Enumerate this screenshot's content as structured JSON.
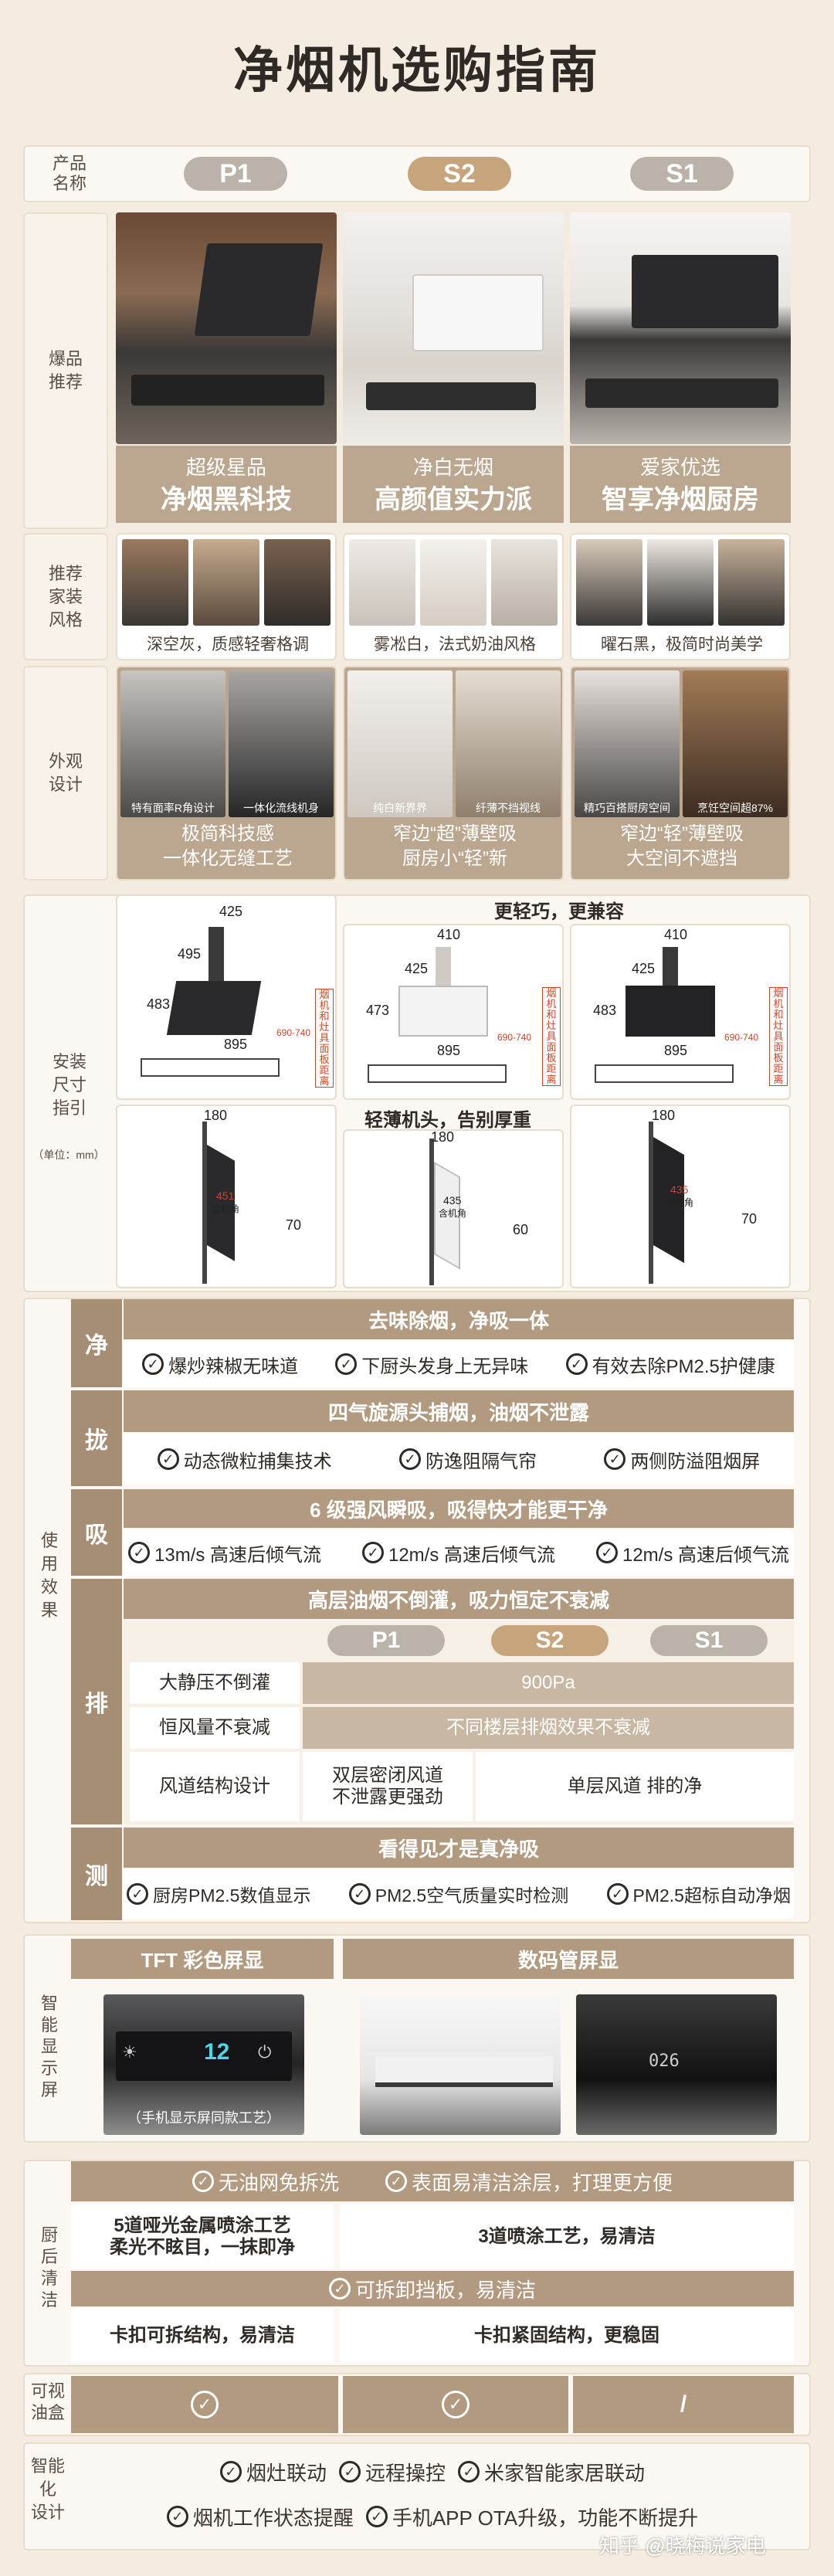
{
  "title": "净烟机选购指南",
  "labels": {
    "product_name": "产品\n名称",
    "hot_pick": "爆品\n推荐",
    "home_style": "推荐\n家装\n风格",
    "appearance": "外观\n设计",
    "install": "安装\n尺寸\n指引",
    "install_unit": "（单位：mm）",
    "usage": "使\n用\n效\n果",
    "display": "智\n能\n显\n示\n屏",
    "cleaning": "厨\n后\n清\n洁",
    "oil_box": "可视\n油盒",
    "smart": "智能\n化\n设计"
  },
  "products": [
    {
      "name": "P1",
      "pill": "gray",
      "line1": "超级星品",
      "line2": "净烟黑科技",
      "style_caption": "深空灰，质感轻奢格调",
      "appearance_tags": [
        "特有面率R角设计",
        "一体化流线机身"
      ],
      "appearance_caption": "极简科技感\n一体化无缝工艺"
    },
    {
      "name": "S2",
      "pill": "gold",
      "line1": "净白无烟",
      "line2": "高颜值实力派",
      "style_caption": "雾凇白，法式奶油风格",
      "appearance_tags": [
        "纯白新界界",
        "纤薄不挡视线"
      ],
      "appearance_caption": "窄边“超”薄壁吸\n厨房小“轻”新"
    },
    {
      "name": "S1",
      "pill": "gray",
      "line1": "爱家优选",
      "line2": "智享净烟厨房",
      "style_caption": "曜石黑，极简时尚美学",
      "appearance_tags": [
        "精巧百搭厨房空间",
        "烹饪空间超87%"
      ],
      "appearance_caption": "窄边“轻”薄壁吸\n大空间不遮挡"
    }
  ],
  "install": {
    "header_mid": "更轻巧，更兼容",
    "header_side": "轻薄机头，告别厚重",
    "p1": {
      "w": "425",
      "h1": "495",
      "h2": "483",
      "base": "895",
      "range": "690-740",
      "depth": "180",
      "side": "451",
      "side_label": "含机角",
      "bottom": "70",
      "tag": "烟机\n和\n灶具\n面板\n距离"
    },
    "s2": {
      "w": "410",
      "h1": "425",
      "h2": "473",
      "base": "895",
      "range": "690-740",
      "depth": "180",
      "side": "435",
      "side_label": "含机角",
      "bottom": "60",
      "tag": "烟机\n和\n灶具\n面板\n距离"
    },
    "s1": {
      "w": "410",
      "h1": "425",
      "h2": "483",
      "base": "895",
      "range": "690-740",
      "depth": "180",
      "side": "435",
      "side_label": "含机角",
      "bottom": "70",
      "tag": "烟机\n和\n灶具\n面板\n距离"
    }
  },
  "usage": {
    "jing": {
      "tab": "净",
      "title": "去味除烟，净吸一体",
      "items": [
        "爆炒辣椒无味道",
        "下厨头发身上无异味",
        "有效去除PM2.5护健康"
      ]
    },
    "long": {
      "tab": "拢",
      "title": "四气旋源头捕烟，油烟不泄露",
      "items": [
        "动态微粒捕集技术",
        "防逸阻隔气帘",
        "两侧防溢阻烟屏"
      ]
    },
    "xi": {
      "tab": "吸",
      "title": "6 级强风瞬吸，吸得快才能更干净",
      "items": [
        "13m/s 高速后倾气流",
        "12m/s 高速后倾气流",
        "12m/s 高速后倾气流"
      ]
    },
    "pai": {
      "tab": "排",
      "title": "高层油烟不倒灌，吸力恒定不衰减",
      "pills": [
        "P1",
        "S2",
        "S1"
      ],
      "rows": [
        {
          "label": "大静压不倒灌",
          "value": "900Pa"
        },
        {
          "label": "恒风量不衰减",
          "value": "不同楼层排烟效果不衰减"
        },
        {
          "label": "风道结构设计",
          "p1": "双层密闭风道\n不泄露更强劲",
          "rest": "单层风道 排的净"
        }
      ]
    },
    "ce": {
      "tab": "测",
      "title": "看得见才是真净吸",
      "items": [
        "厨房PM2.5数值显示",
        "PM2.5空气质量实时检测",
        "PM2.5超标自动净烟"
      ]
    }
  },
  "display": {
    "tft_title": "TFT 彩色屏显",
    "led_title": "数码管屏显",
    "tft_value": "12",
    "tft_caption": "（手机显示屏同款工艺）",
    "led_value": "026"
  },
  "cleaning": {
    "top_items": [
      "无油网免拆洗",
      "表面易清洁涂层，打理更方便"
    ],
    "p1_text": "5道哑光金属喷涂工艺\n柔光不眩目，一抹即净",
    "rest_text": "3道喷涂工艺，易清洁",
    "mid_item": "可拆卸挡板，易清洁",
    "p1_bottom": "卡扣可拆结构，易清洁",
    "rest_bottom": "卡扣紧固结构，更稳固"
  },
  "oil_box": {
    "p1": "✓",
    "s2": "✓",
    "s1": "/"
  },
  "smart": {
    "row1": [
      "烟灶联动",
      "远程操控",
      "米家智能家居联动"
    ],
    "row2": [
      "烟机工作状态提醒",
      "手机APP OTA升级，功能不断提升"
    ]
  },
  "watermark": "知乎 @晓梅说家电",
  "colors": {
    "bg": "#f4ece1",
    "gold": "#c6a57c",
    "gray": "#bbb3a9",
    "bar": "#b19a80"
  }
}
